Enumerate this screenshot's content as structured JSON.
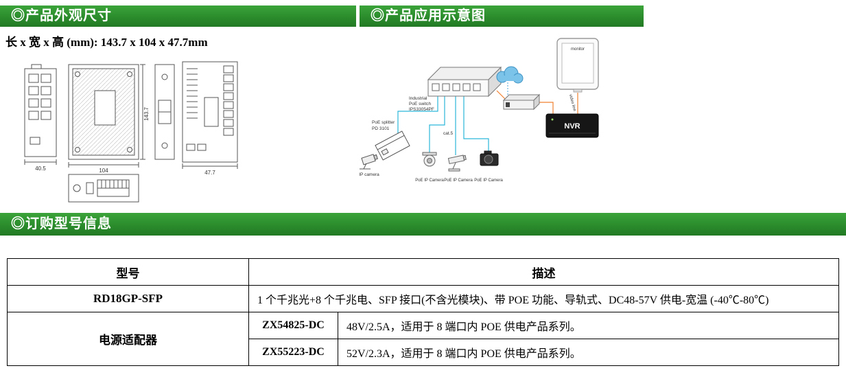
{
  "colors": {
    "bar_green": "#2b8c2c",
    "accent_red": "#ff4500",
    "line_cyan": "#2ab6d9",
    "line_orange": "#f08030"
  },
  "section_dimensions": {
    "title": "◎产品外观尺寸",
    "size_line": "长 x 宽 x 高 (mm): 143.7 x 104 x 47.7mm",
    "drawing": {
      "front_width": "40.5",
      "body_width": "104",
      "side_depth": "47.7",
      "height": "143.7"
    }
  },
  "section_application": {
    "title": "◎产品应用示意图",
    "switch_label_1": "Industrial",
    "switch_label_2": "PoE switch",
    "switch_label_3": "IPS33054PF",
    "splitter_label_1": "PoE splitter",
    "splitter_label_2": "PD 3101",
    "cat5_label": "cat.5",
    "ip_camera_label": "IP camera",
    "poe_camera_label_1": "PoE IP Camera",
    "poe_camera_label_2": "PoE IP Camera",
    "poe_camera_label_3": "PoE IP Camera",
    "nvr_label": "NVR",
    "video_line_label": "video line",
    "monitor_label": "monitor"
  },
  "section_ordering": {
    "title": "◎订购型号信息",
    "table": {
      "header_model": "型号",
      "header_desc": "描述",
      "row1_model": "RD18GP-SFP",
      "row1_desc": "1 个千兆光+8 个千兆电、SFP 接口(不含光模块)、带 POE 功能、导轨式、DC48-57V 供电-宽温 (-40℃-80℃)",
      "adapter_label": "电源适配器",
      "row2_model": "ZX54825-DC",
      "row2_desc": "48V/2.5A，适用于 8 端口内 POE 供电产品系列。",
      "row3_model": "ZX55223-DC",
      "row3_desc": "52V/2.3A，适用于 8 端口内 POE 供电产品系列。"
    }
  }
}
